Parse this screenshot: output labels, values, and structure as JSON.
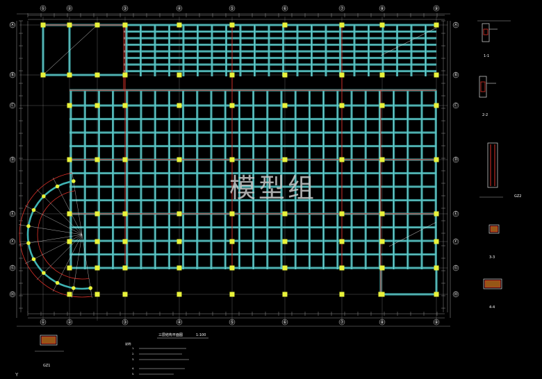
{
  "drawing": {
    "title": "三层结构平面图",
    "scale": "1:100",
    "watermark": "模型组",
    "notes_heading": "说明:",
    "notes": [
      "1.",
      "2.",
      "3.",
      "4.",
      "5."
    ]
  },
  "axes": {
    "columns": [
      "①",
      "②",
      "③",
      "④",
      "⑤",
      "⑥",
      "⑦",
      "⑧",
      "⑨"
    ],
    "rows": [
      "Ⓐ",
      "Ⓑ",
      "Ⓒ",
      "Ⓓ",
      "Ⓔ",
      "Ⓕ",
      "Ⓖ",
      "Ⓗ"
    ]
  },
  "details": [
    {
      "label": "1-1"
    },
    {
      "label": "2-2"
    },
    {
      "label": "GZ2"
    },
    {
      "label": "3-3"
    },
    {
      "label": "4-4"
    },
    {
      "label": "GZ1"
    }
  ],
  "colors": {
    "background": "#000000",
    "beam": "#3fb3b3",
    "beam_core": "#9ff0f0",
    "column": "#e8f23a",
    "rebar": "#e0322a",
    "grid": "#ffffff",
    "dim": "#b9b9b9"
  }
}
